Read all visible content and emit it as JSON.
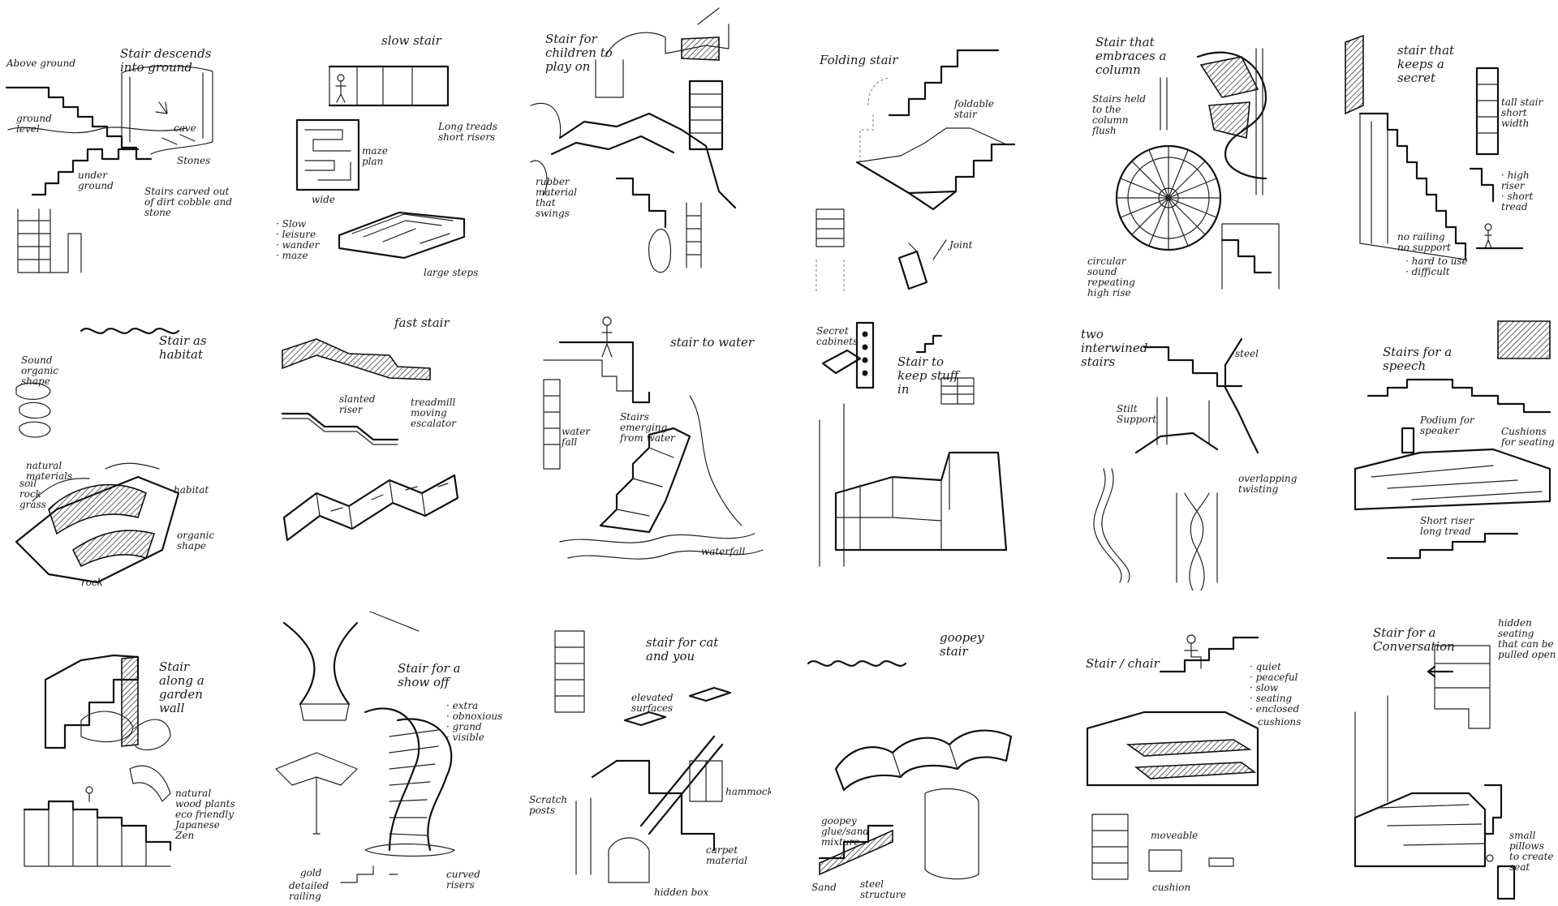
{
  "panels": {
    "p1": {
      "title": "Stair descends into ground",
      "labels": [
        "Above ground",
        "ground level",
        "under ground",
        "cave",
        "Stones",
        "Stairs carved out of dirt cobble and stone"
      ]
    },
    "p2": {
      "title": "slow stair",
      "labels": [
        "maze plan",
        "Long treads short risers",
        "wide",
        "large steps",
        "· Slow\n· leisure\n· wander\n· maze"
      ]
    },
    "p3": {
      "title": "Stair for children to play on",
      "labels": [
        "rubber material that swings"
      ]
    },
    "p4": {
      "title": "Folding stair",
      "labels": [
        "foldable stair",
        "Joint"
      ]
    },
    "p5": {
      "title": "Stair that embraces a column",
      "labels": [
        "Stairs held to the column flush",
        "circular sound repeating high rise"
      ]
    },
    "p6": {
      "title": "stair that keeps a secret",
      "labels": [
        "tall stair short width",
        "· high riser\n· short tread",
        "no railing\nno support",
        "· hard to use\n· difficult"
      ]
    },
    "p7": {
      "title": "Stair as habitat",
      "labels": [
        "Sound organic shape",
        "natural materials",
        "soil rock grass",
        "habitat",
        "organic shape",
        "rock"
      ]
    },
    "p8": {
      "title": "fast stair",
      "labels": [
        "slanted riser",
        "treadmill moving escalator"
      ]
    },
    "p9": {
      "title": "stair to water",
      "labels": [
        "water fall",
        "Stairs emerging from water",
        "waterfall"
      ]
    },
    "p10": {
      "title": "Stair to keep stuff in",
      "labels": [
        "Secret cabinets"
      ]
    },
    "p11": {
      "title": "two interwined stairs",
      "labels": [
        "steel",
        "Stilt Support",
        "overlapping twisting"
      ]
    },
    "p12": {
      "title": "Stairs for a speech",
      "labels": [
        "Podium for speaker",
        "Cushions for seating",
        "Short riser long tread"
      ]
    },
    "p13": {
      "title": "Stair along a garden wall",
      "labels": [
        "natural wood plants eco friendly Japanese Zen"
      ]
    },
    "p14": {
      "title": "Stair for a show off",
      "labels": [
        "· extra\n· obnoxious\n· grand\n· visible",
        "gold",
        "detailed railing",
        "curved risers"
      ]
    },
    "p15": {
      "title": "stair for cat and you",
      "labels": [
        "elevated surfaces",
        "Scratch posts",
        "hammock",
        "carpet material",
        "hidden box"
      ]
    },
    "p16": {
      "title": "goopey stair",
      "labels": [
        "goopey glue/sand mixture",
        "Sand",
        "steel structure"
      ]
    },
    "p17": {
      "title": "Stair / chair",
      "labels": [
        "· quiet\n· peaceful\n· slow\n· seating\n· enclosed",
        "cushions",
        "moveable",
        "cushion"
      ]
    },
    "p18": {
      "title": "Stair for a Conversation",
      "labels": [
        "hidden seating that can be pulled open",
        "small pillows to create seat"
      ]
    }
  }
}
